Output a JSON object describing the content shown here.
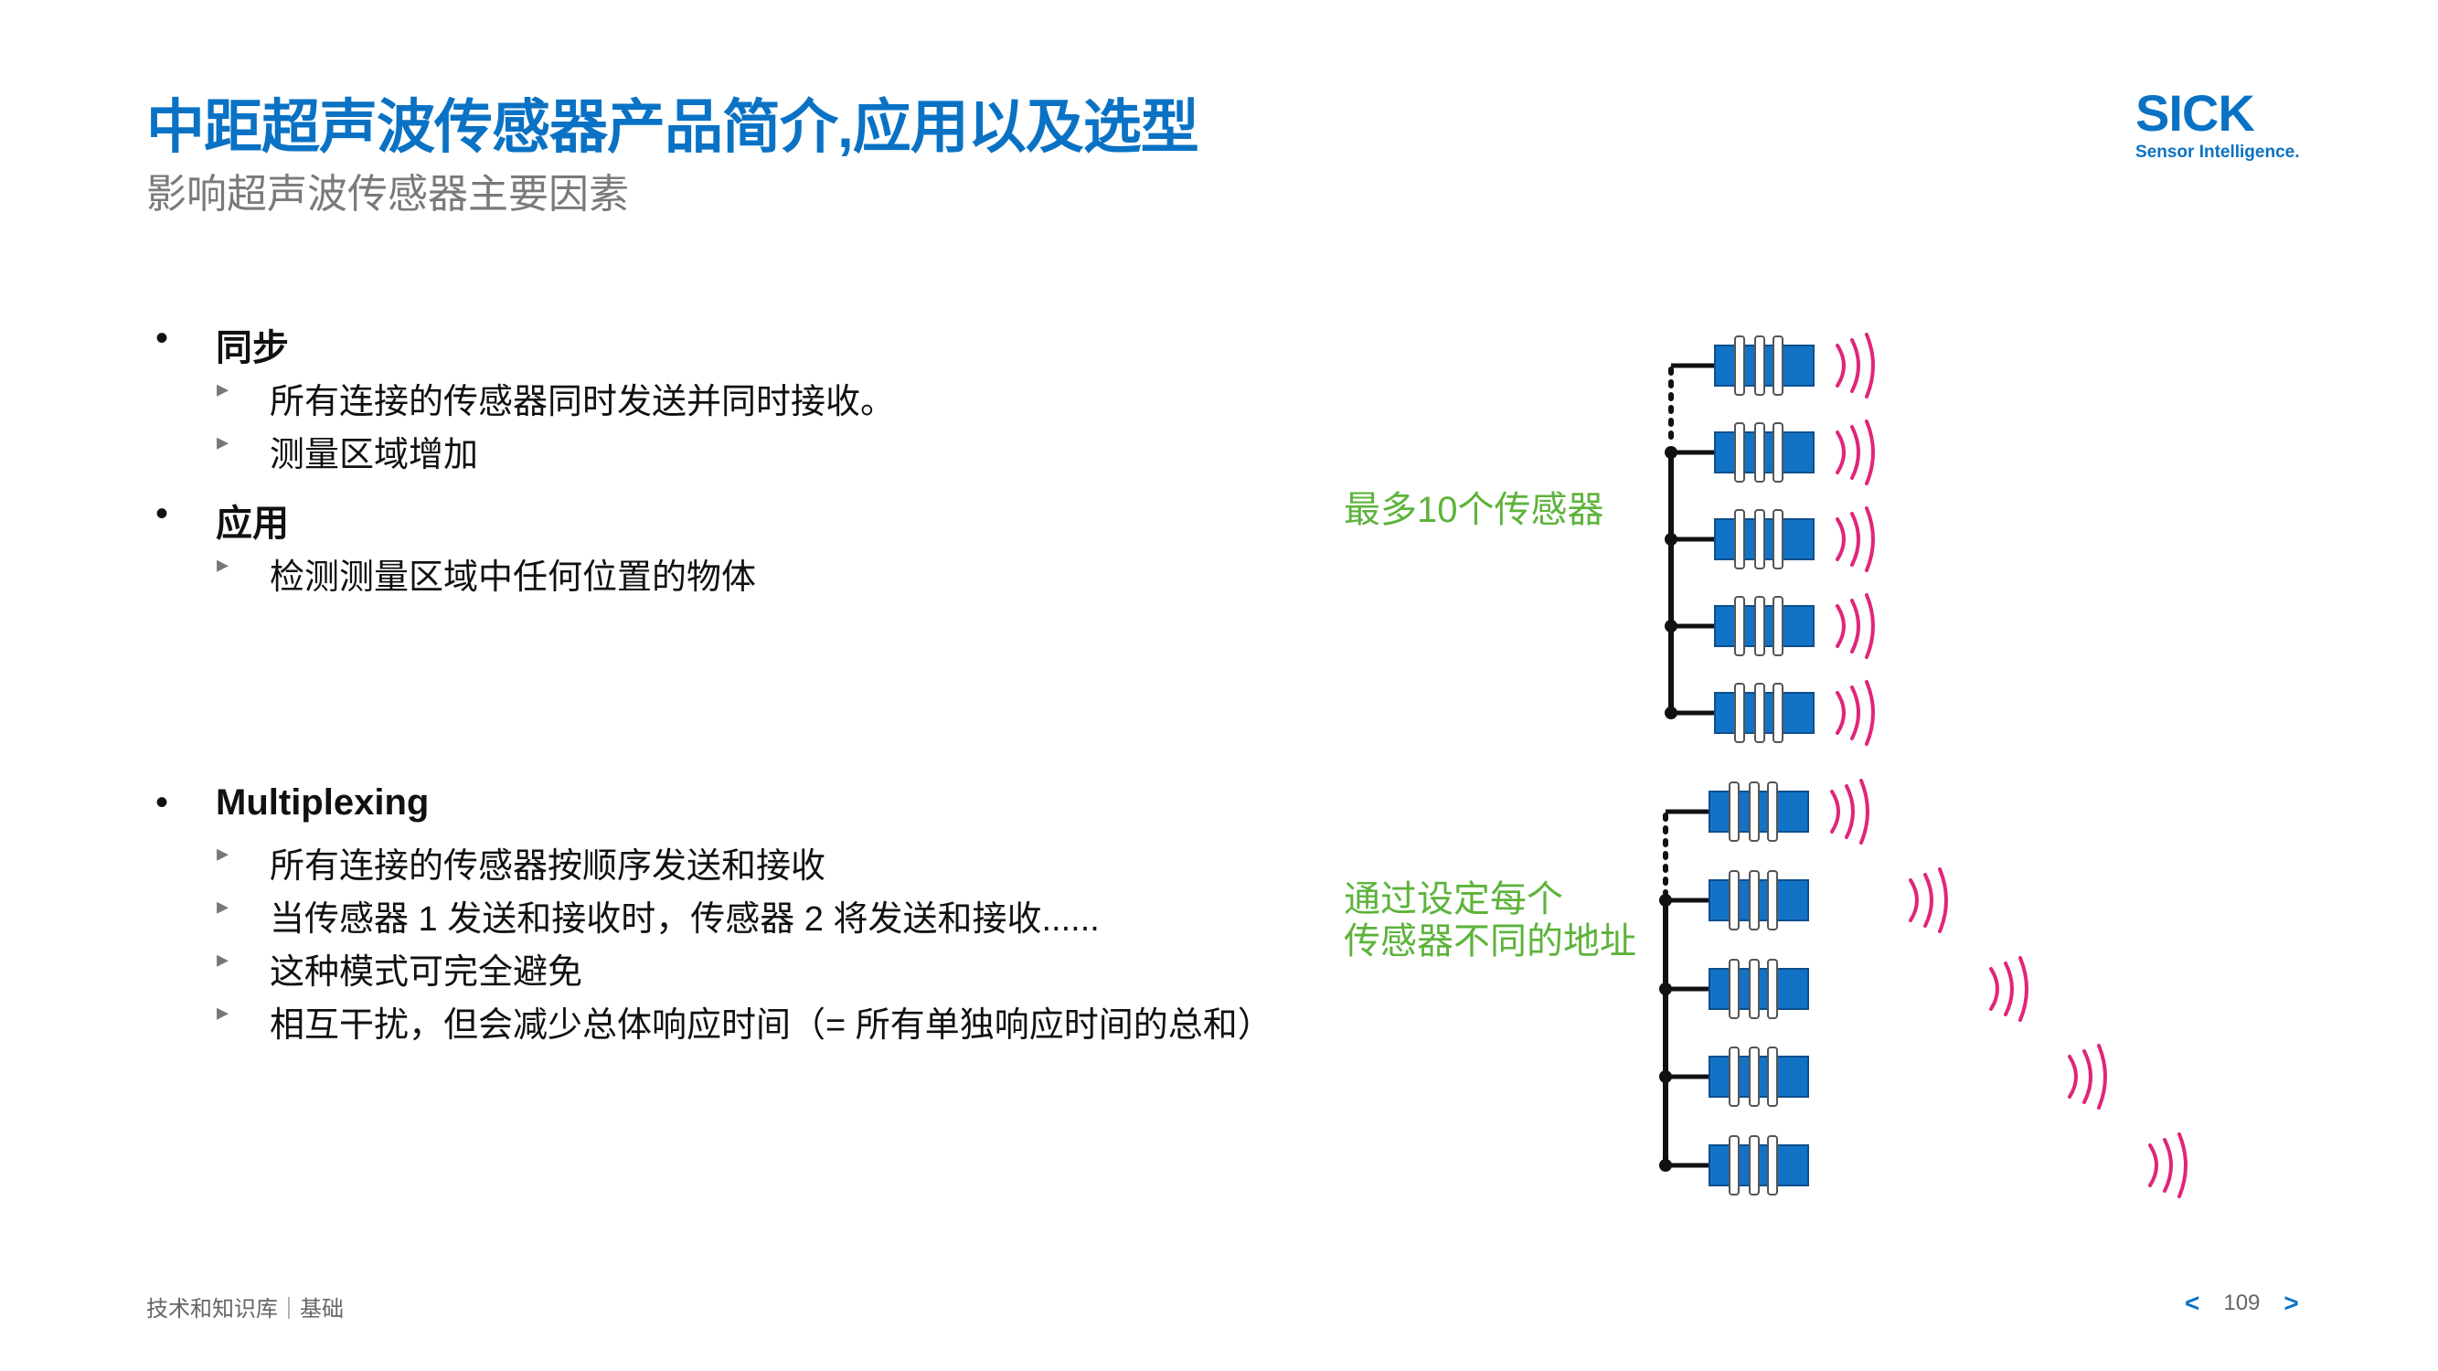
{
  "header": {
    "title": "中距超声波传感器产品简介,应用以及选型",
    "subtitle": "影响超声波传感器主要因素"
  },
  "logo": {
    "word": "SICK",
    "tagline": "Sensor Intelligence."
  },
  "content": {
    "sections": [
      {
        "heading": "同步",
        "items": [
          "所有连接的传感器同时发送并同时接收。",
          "测量区域增加"
        ]
      },
      {
        "heading": "应用",
        "items": [
          "检测测量区域中任何位置的物体"
        ]
      },
      {
        "heading": "Multiplexing",
        "items": [
          "所有连接的传感器按顺序发送和接收",
          "当传感器 1 发送和接收时，传感器 2 将发送和接收......",
          "这种模式可完全避免",
          "相互干扰，但会减少总体响应时间（= 所有单独响应时间的总和）"
        ]
      }
    ]
  },
  "diagram": {
    "sync_label": "最多10个传感器",
    "multiplex_label_line1": "通过设定每个",
    "multiplex_label_line2": "传感器不同的地址",
    "colors": {
      "sensor": "#1273c6",
      "wave": "#e0257a",
      "wire": "#111111",
      "label": "#5db33b"
    }
  },
  "footer": {
    "left_text": "技术和知识库｜基础",
    "page_number": "109",
    "prev_icon": "chevron-left-icon",
    "next_icon": "chevron-right-icon"
  }
}
